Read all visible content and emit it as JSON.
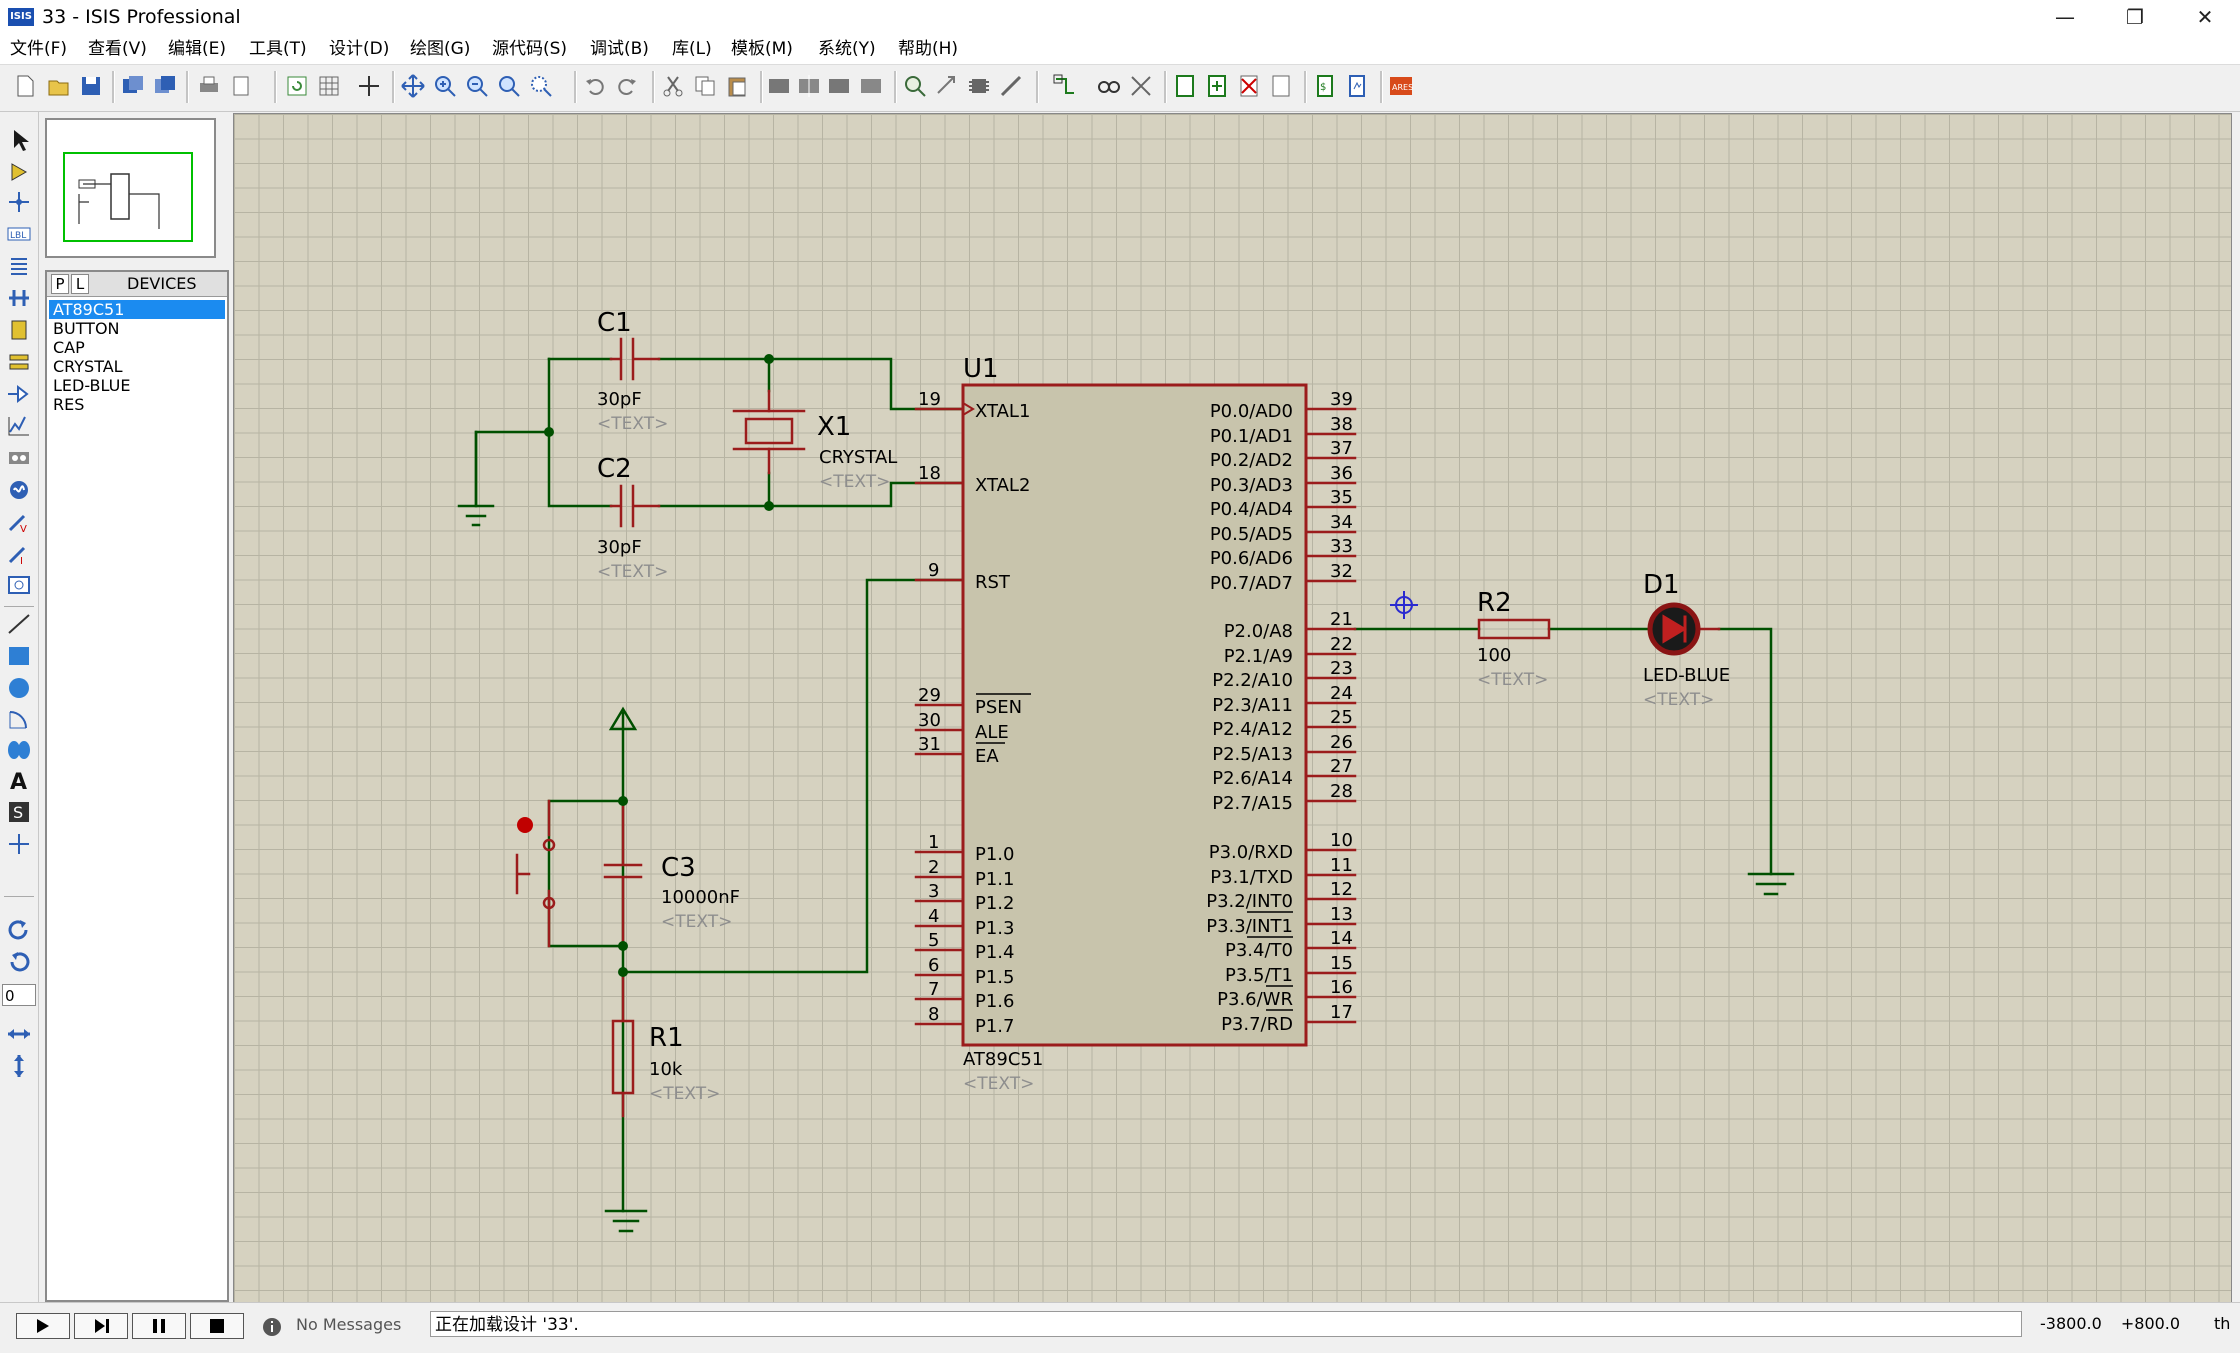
{
  "window": {
    "title": "33 - ISIS Professional",
    "app_icon_text": "ISIS",
    "minimize": "—",
    "maximize": "❐",
    "close": "✕"
  },
  "menu": [
    "文件(F)",
    "查看(V)",
    "编辑(E)",
    "工具(T)",
    "设计(D)",
    "绘图(G)",
    "源代码(S)",
    "调试(B)",
    "库(L)",
    "模板(M)",
    "系统(Y)",
    "帮助(H)"
  ],
  "devices": {
    "tab_p": "P",
    "tab_l": "L",
    "title": "DEVICES",
    "items": [
      "AT89C51",
      "BUTTON",
      "CAP",
      "CRYSTAL",
      "LED-BLUE",
      "RES"
    ],
    "selected": 0
  },
  "left_tools": {
    "rotation_value": "0"
  },
  "schematic": {
    "c1": {
      "ref": "C1",
      "value": "30pF",
      "text": "<TEXT>"
    },
    "c2": {
      "ref": "C2",
      "value": "30pF",
      "text": "<TEXT>"
    },
    "x1": {
      "ref": "X1",
      "value": "CRYSTAL",
      "text": "<TEXT>"
    },
    "c3": {
      "ref": "C3",
      "value": "10000nF",
      "text": "<TEXT>"
    },
    "r1": {
      "ref": "R1",
      "value": "10k",
      "text": "<TEXT>"
    },
    "r2": {
      "ref": "R2",
      "value": "100",
      "text": "<TEXT>"
    },
    "d1": {
      "ref": "D1",
      "value": "LED-BLUE",
      "text": "<TEXT>"
    },
    "u1": {
      "ref": "U1",
      "value": "AT89C51",
      "text": "<TEXT>",
      "left_pins": [
        {
          "num": "19",
          "name": "XTAL1"
        },
        {
          "num": "18",
          "name": "XTAL2"
        },
        {
          "num": "9",
          "name": "RST"
        },
        {
          "num": "29",
          "name": "PSEN"
        },
        {
          "num": "30",
          "name": "ALE"
        },
        {
          "num": "31",
          "name": "EA"
        },
        {
          "num": "1",
          "name": "P1.0"
        },
        {
          "num": "2",
          "name": "P1.1"
        },
        {
          "num": "3",
          "name": "P1.2"
        },
        {
          "num": "4",
          "name": "P1.3"
        },
        {
          "num": "5",
          "name": "P1.4"
        },
        {
          "num": "6",
          "name": "P1.5"
        },
        {
          "num": "7",
          "name": "P1.6"
        },
        {
          "num": "8",
          "name": "P1.7"
        }
      ],
      "right_pins": [
        {
          "num": "39",
          "name": "P0.0/AD0"
        },
        {
          "num": "38",
          "name": "P0.1/AD1"
        },
        {
          "num": "37",
          "name": "P0.2/AD2"
        },
        {
          "num": "36",
          "name": "P0.3/AD3"
        },
        {
          "num": "35",
          "name": "P0.4/AD4"
        },
        {
          "num": "34",
          "name": "P0.5/AD5"
        },
        {
          "num": "33",
          "name": "P0.6/AD6"
        },
        {
          "num": "32",
          "name": "P0.7/AD7"
        },
        {
          "num": "21",
          "name": "P2.0/A8"
        },
        {
          "num": "22",
          "name": "P2.1/A9"
        },
        {
          "num": "23",
          "name": "P2.2/A10"
        },
        {
          "num": "24",
          "name": "P2.3/A11"
        },
        {
          "num": "25",
          "name": "P2.4/A12"
        },
        {
          "num": "26",
          "name": "P2.5/A13"
        },
        {
          "num": "27",
          "name": "P2.6/A14"
        },
        {
          "num": "28",
          "name": "P2.7/A15"
        },
        {
          "num": "10",
          "name": "P3.0/RXD"
        },
        {
          "num": "11",
          "name": "P3.1/TXD"
        },
        {
          "num": "12",
          "name": "P3.2/INT0"
        },
        {
          "num": "13",
          "name": "P3.3/INT1"
        },
        {
          "num": "14",
          "name": "P3.4/T0"
        },
        {
          "num": "15",
          "name": "P3.5/T1"
        },
        {
          "num": "16",
          "name": "P3.6/WR"
        },
        {
          "num": "17",
          "name": "P3.7/RD"
        }
      ]
    }
  },
  "status": {
    "messages": "No Messages",
    "loading": "正在加载设计 '33'.",
    "x": "-3800.0",
    "y": "+800.0",
    "unit": "th"
  },
  "colors": {
    "wire": "#005000",
    "component": "#9b1c1c",
    "body_fill": "#c8c4ac",
    "selection": "#1b8bf0"
  }
}
